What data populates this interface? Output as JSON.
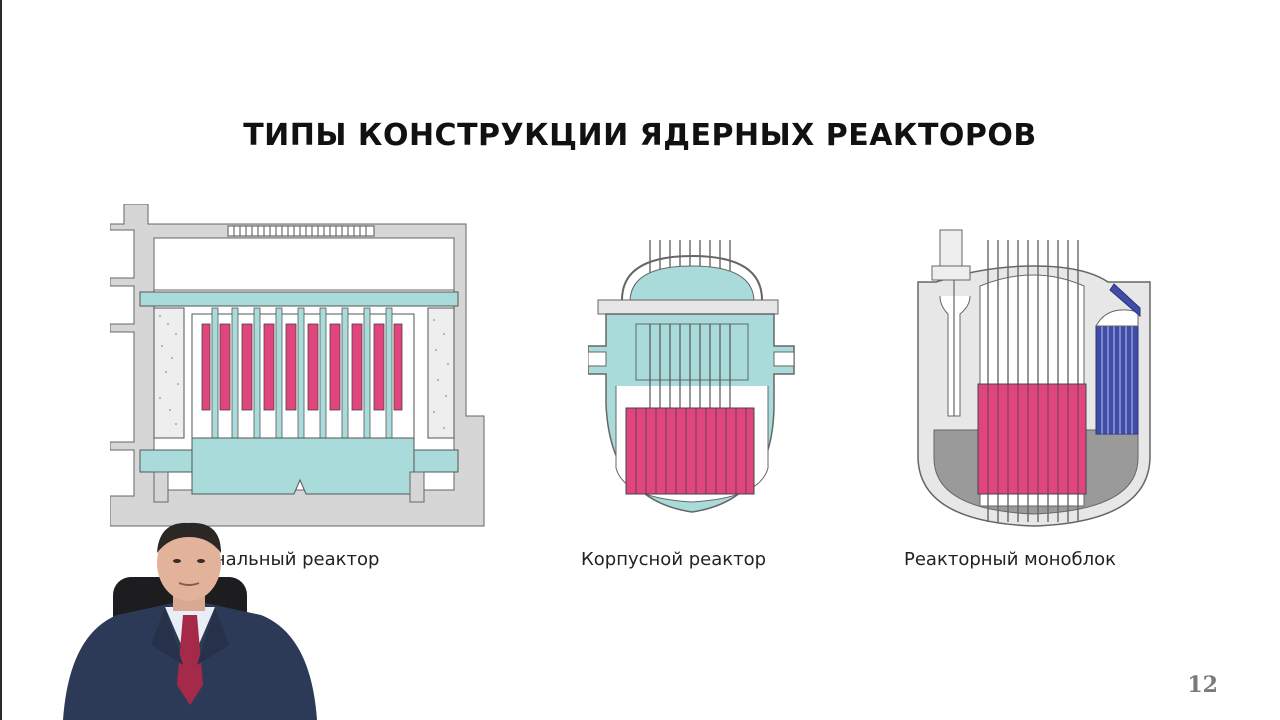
{
  "slide": {
    "title": "ТИПЫ КОНСТРУКЦИИ ЯДЕРНЫХ РЕАКТОРОВ",
    "page_number": "12"
  },
  "figures": [
    {
      "id": "channel",
      "caption": "Канальный реактор"
    },
    {
      "id": "vessel",
      "caption": "Корпусной реактор"
    },
    {
      "id": "monoblock",
      "caption": "Реакторный моноблок"
    }
  ],
  "colors": {
    "concrete": "#d6d6d6",
    "coolant": "#a8dbd9",
    "fuel": "#e0457e",
    "shield_dark": "#3f4da8",
    "outline": "#555555"
  },
  "presenter": {
    "icon": "presenter-video-overlay"
  }
}
